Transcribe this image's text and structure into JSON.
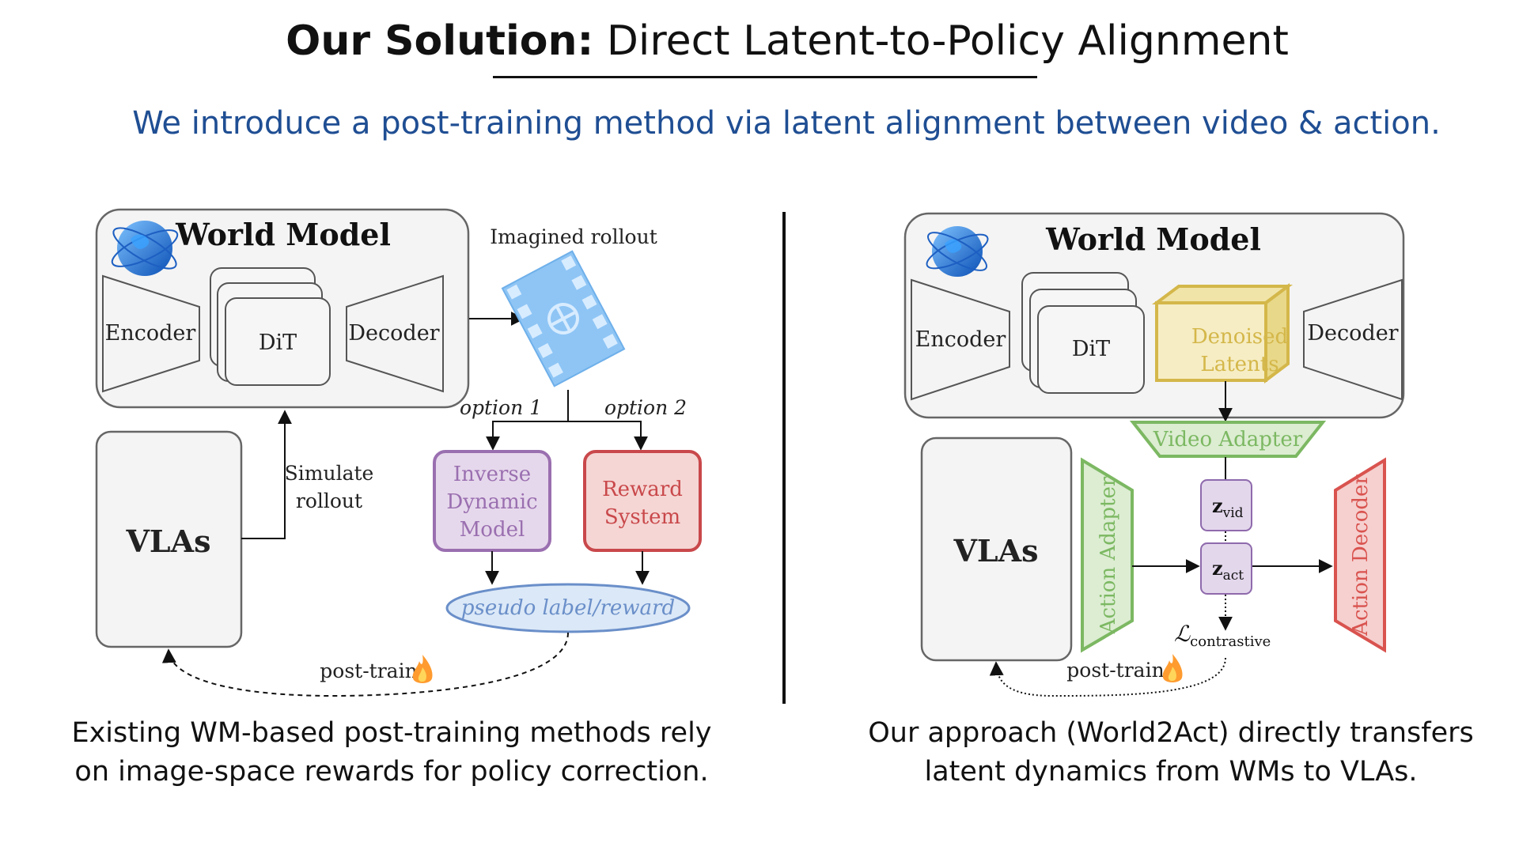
{
  "header": {
    "title_bold": "Our Solution:",
    "title_rest": " Direct Latent-to-Policy Alignment",
    "subtitle": "We introduce a post-training method via latent alignment between video & action."
  },
  "left_diagram": {
    "world_model_title": "World Model",
    "encoder": "Encoder",
    "dit": "DiT",
    "decoder": "Decoder",
    "imagined_rollout": "Imagined rollout",
    "option1": "option 1",
    "option2": "option 2",
    "inverse_dynamic_model": [
      "Inverse",
      "Dynamic",
      "Model"
    ],
    "reward_system": [
      "Reward",
      "System"
    ],
    "pseudo_label": "pseudo label/reward",
    "vlas": "VLAs",
    "simulate_rollout": [
      "Simulate",
      "rollout"
    ],
    "post_train": "post-train"
  },
  "right_diagram": {
    "world_model_title": "World Model",
    "encoder": "Encoder",
    "dit": "DiT",
    "denoised_latents": [
      "Denoised",
      "Latents"
    ],
    "decoder": "Decoder",
    "video_adapter": "Video Adapter",
    "vlas": "VLAs",
    "action_adapter": "Action Adapter",
    "z_vid": "z",
    "z_vid_sub": "vid",
    "z_act": "z",
    "z_act_sub": "act",
    "action_decoder": "Action Decoder",
    "loss": "ℒ",
    "loss_sub": "contrastive",
    "post_train": "post-train"
  },
  "captions": {
    "left": [
      "Existing WM-based post-training methods rely",
      "on image-space rewards for policy correction."
    ],
    "right": [
      "Our approach (World2Act) directly transfers",
      "latent dynamics from WMs to VLAs."
    ]
  },
  "colors": {
    "subtitle": "#1f4e93",
    "inverse_dynamic": "#9a6fb0",
    "reward": "#c9484b",
    "pseudo_label": "#6a8fc9",
    "denoised": "#d4b74a",
    "adapter_green": "#7cb862",
    "decoder_red": "#d9534f",
    "latent_box": "#8e6aac"
  },
  "icons": [
    "globe-icon",
    "film-icon",
    "flame-icon"
  ]
}
